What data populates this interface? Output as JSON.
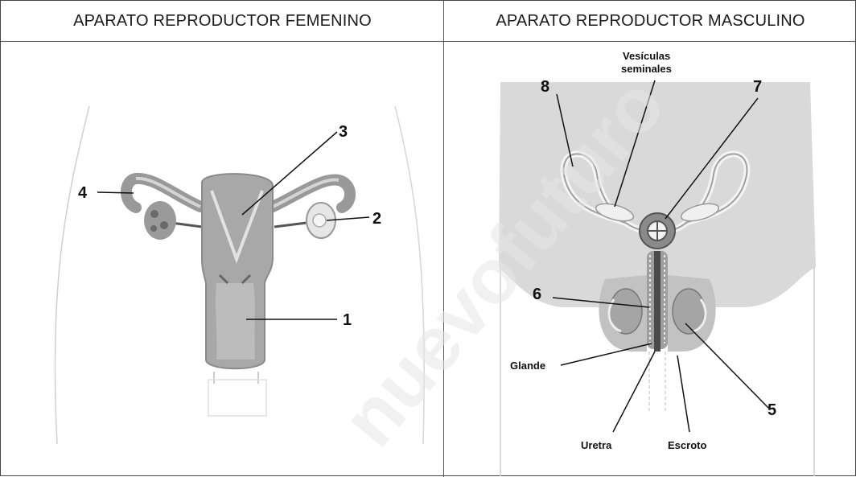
{
  "headers": {
    "female": "APARATO REPRODUCTOR FEMENINO",
    "male": "APARATO REPRODUCTOR MASCULINO"
  },
  "female_labels": {
    "n1": "1",
    "n2": "2",
    "n3": "3",
    "n4": "4"
  },
  "male_labels": {
    "n5": "5",
    "n6": "6",
    "n7": "7",
    "n8": "8",
    "vesiculas_line1": "Vesículas",
    "vesiculas_line2": "seminales",
    "glande": "Glande",
    "uretra": "Uretra",
    "escroto": "Escroto"
  },
  "watermark": {
    "text": "nuevofuturo",
    "color": "#e8e8e8"
  }
}
